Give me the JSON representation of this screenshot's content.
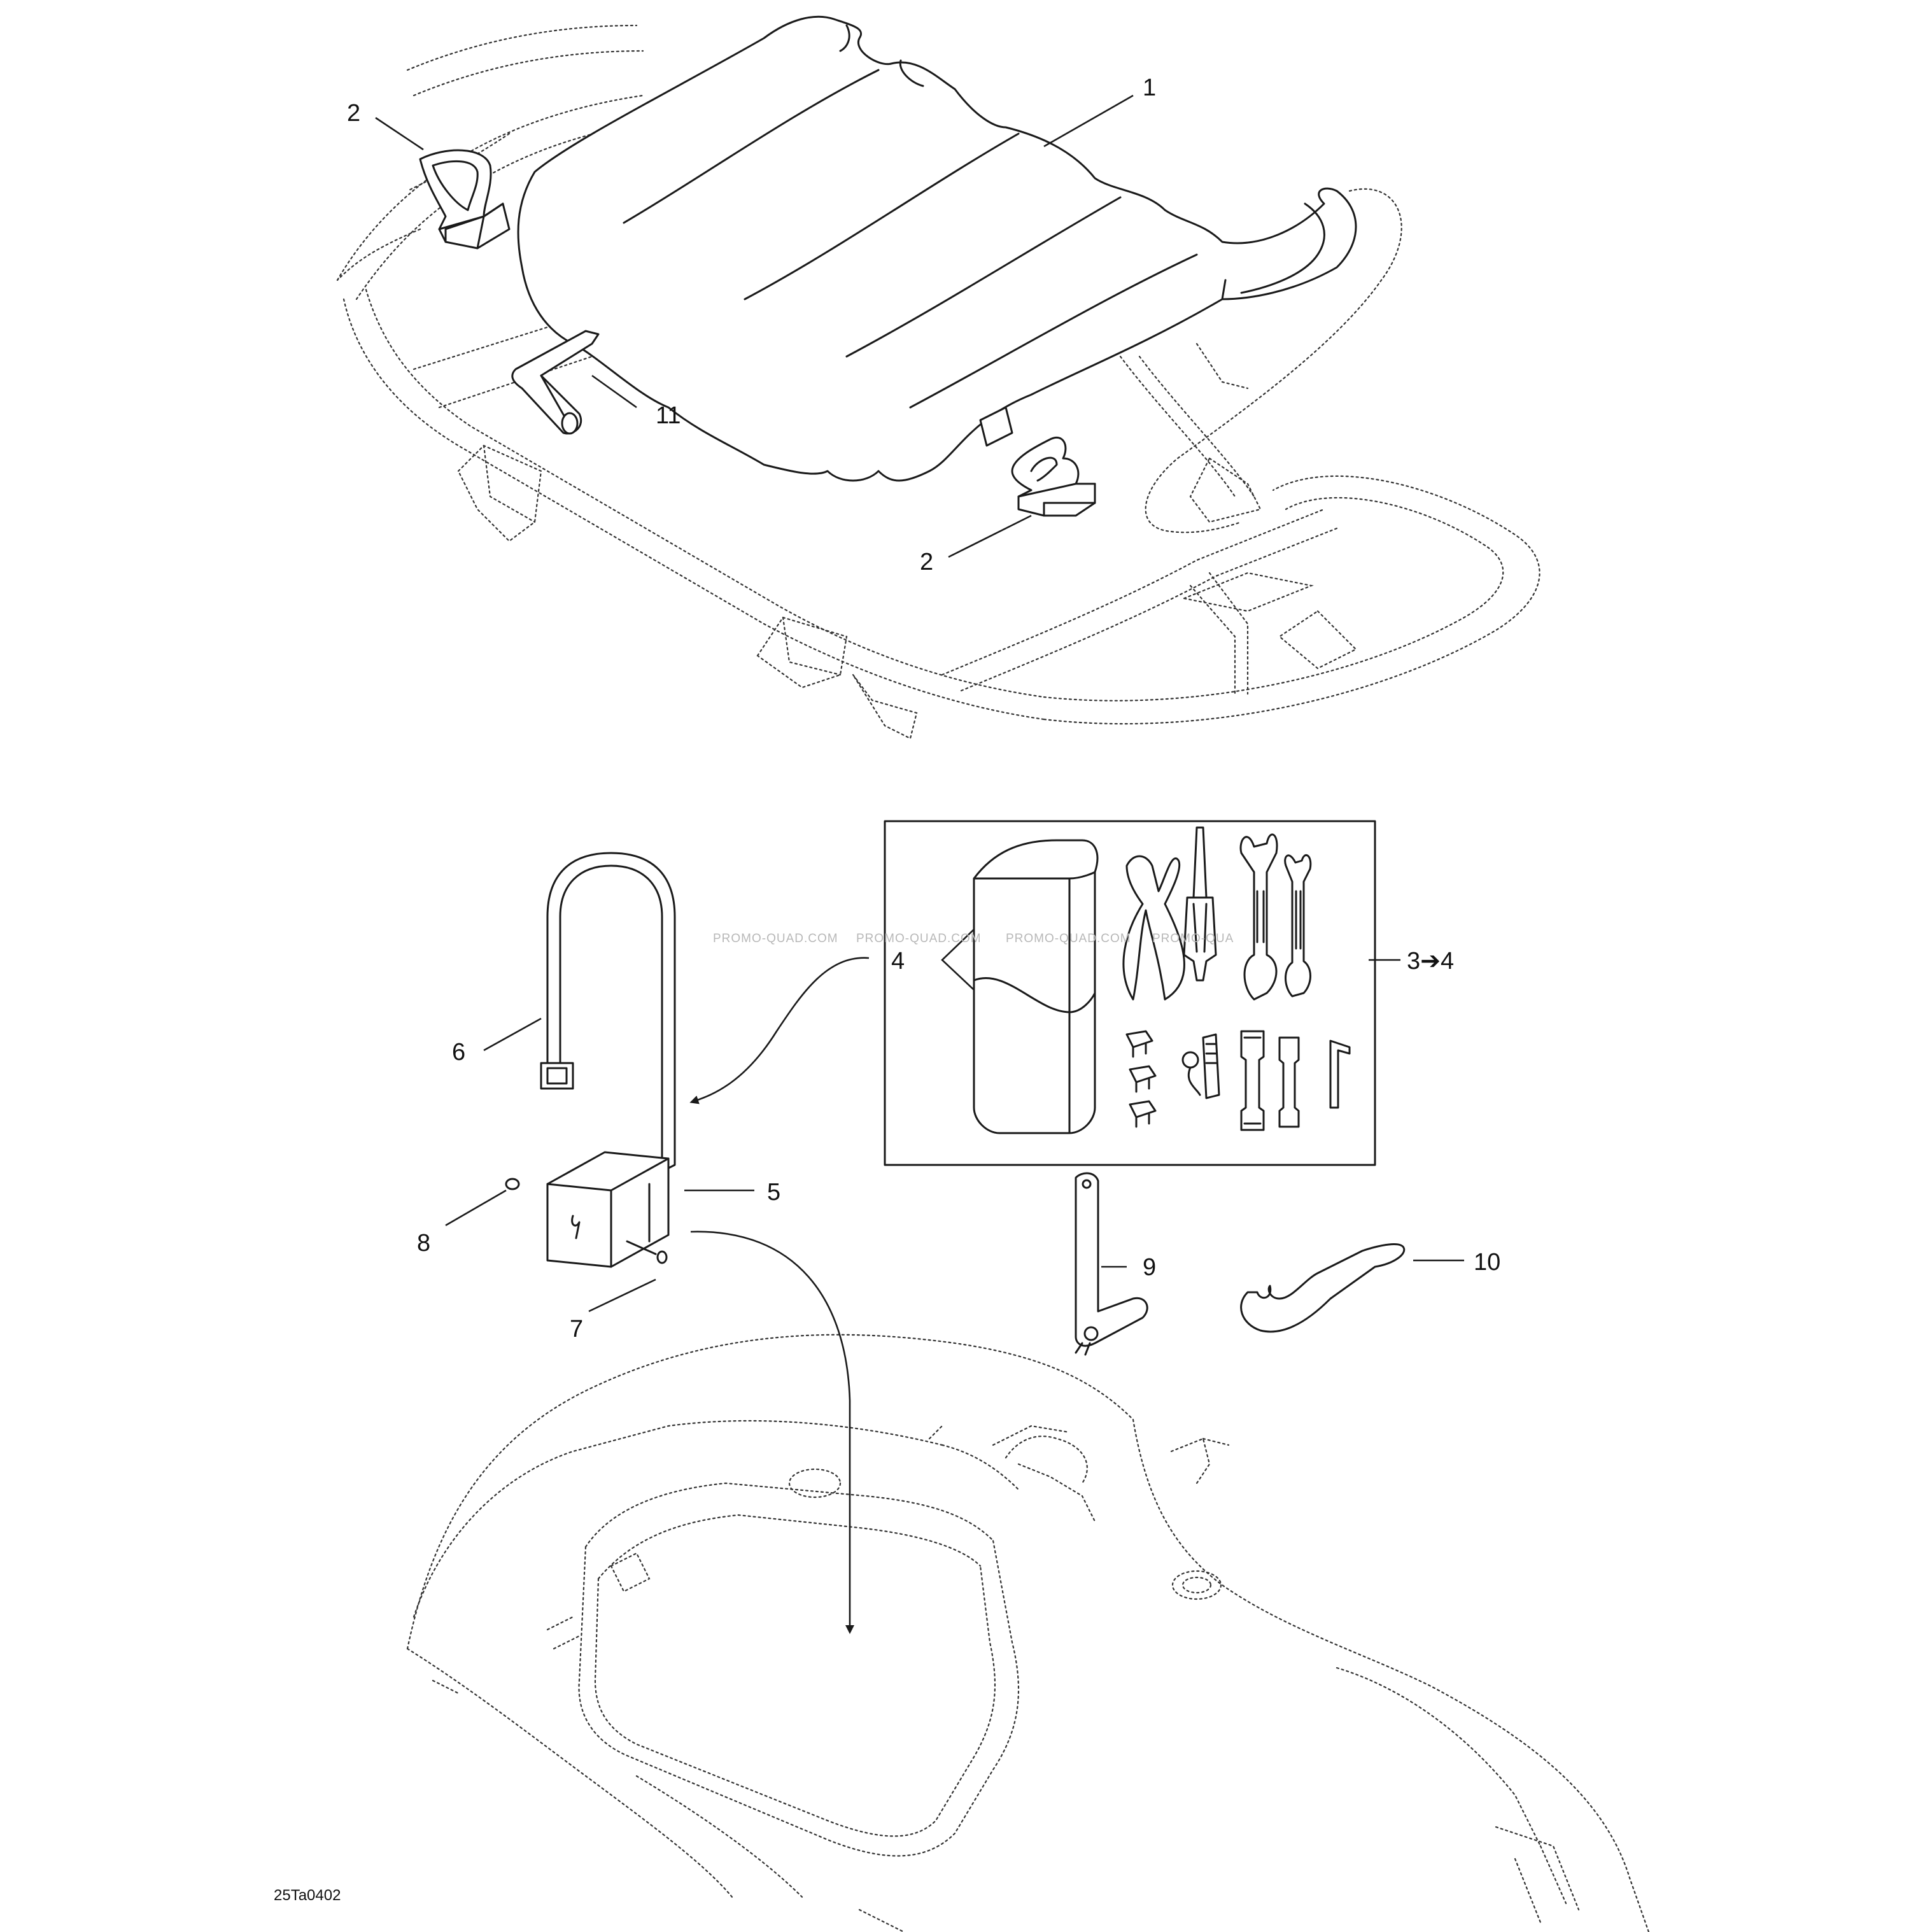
{
  "diagram": {
    "callouts": {
      "c1": "1",
      "c2a": "2",
      "c2b": "2",
      "c3": "3➔4",
      "c4": "4",
      "c5": "5",
      "c6": "6",
      "c7": "7",
      "c8": "8",
      "c9": "9",
      "c10": "10",
      "c11": "11"
    },
    "watermark": [
      "PROMO-QUAD.COM",
      "PROMO-QUAD.COM",
      "PROMO-QUAD.COM",
      "PROMO-QUA"
    ],
    "reference_code": "25Ta0402"
  }
}
